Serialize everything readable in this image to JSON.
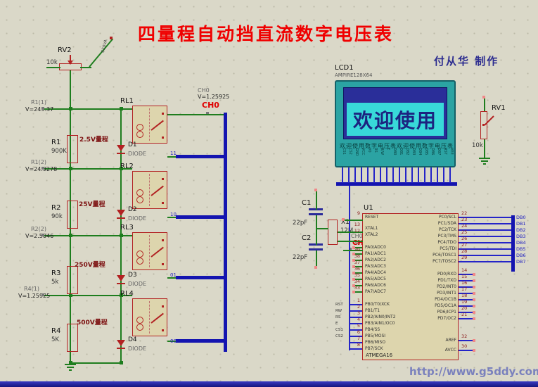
{
  "page": {
    "title": "四量程自动挡直流数字电压表",
    "author": "付从华 制作",
    "watermark": "http://www.g5ddy.com"
  },
  "input_label": "620VA",
  "probes": {
    "left": [
      {
        "ref": "R1(1)",
        "value": "V=249.37"
      },
      {
        "ref": "R1(2)",
        "value": "V=24.9278"
      },
      {
        "ref": "R2(2)",
        "value": "V=2.5046"
      },
      {
        "ref": "R4(1)",
        "value": "V=1.25925"
      }
    ],
    "ch0_top": {
      "ref": "CH0",
      "value": "V=1.25925",
      "net": "CH0"
    },
    "ch0_mid": {
      "ref": "CH0",
      "net": "CH0"
    }
  },
  "divider": {
    "resistors": [
      {
        "ref": "R1",
        "value": "900K",
        "range": "2.5V量程"
      },
      {
        "ref": "R2",
        "value": "90k",
        "range": "25V量程"
      },
      {
        "ref": "R3",
        "value": "5k",
        "range": "250V量程"
      },
      {
        "ref": "R4",
        "value": "5K",
        "range": "500V量程"
      }
    ]
  },
  "relays": [
    {
      "ref": "RL1",
      "code": "11"
    },
    {
      "ref": "RL2",
      "code": "10"
    },
    {
      "ref": "RL3",
      "code": "01"
    },
    {
      "ref": "RL4",
      "code": "00"
    }
  ],
  "diodes": [
    {
      "ref": "D1",
      "value": "DIODE"
    },
    {
      "ref": "D2",
      "value": "DIODE"
    },
    {
      "ref": "D3",
      "value": "DIODE"
    },
    {
      "ref": "D4",
      "value": "DIODE"
    }
  ],
  "pots": {
    "rv2": {
      "ref": "RV2",
      "value": "10k"
    },
    "rv1": {
      "ref": "RV1",
      "value": "10k"
    }
  },
  "oscillator": {
    "c1": {
      "ref": "C1",
      "value": "22pF"
    },
    "c2": {
      "ref": "C2",
      "value": "22pF"
    },
    "x1": {
      "ref": "X1",
      "value": "12M"
    }
  },
  "lcd": {
    "ref": "LCD1",
    "model": "AMPIRE128X64",
    "display_text": "欢迎使用",
    "status_text": "欢迎使用数字电压表欢迎使用数字电压表",
    "pins": [
      "CS1",
      "CS2",
      "GND",
      "VCC",
      "V0",
      "RS",
      "R/W",
      "E",
      "DB0",
      "DB1",
      "DB2",
      "DB3",
      "DB4",
      "DB5",
      "DB6",
      "DB7",
      "RST",
      "VEE"
    ]
  },
  "mcu": {
    "ref": "U1",
    "model": "ATMEGA16",
    "left_pins": [
      {
        "num": "9",
        "name": "RESET"
      },
      {
        "num": "13",
        "name": "XTAL1"
      },
      {
        "num": "12",
        "name": "XTAL2"
      },
      {
        "num": "40",
        "name": "PA0/ADC0"
      },
      {
        "num": "39",
        "name": "PA1/ADC1"
      },
      {
        "num": "38",
        "name": "PA2/ADC2"
      },
      {
        "num": "37",
        "name": "PA3/ADC3"
      },
      {
        "num": "36",
        "name": "PA4/ADC4"
      },
      {
        "num": "35",
        "name": "PA5/ADC5"
      },
      {
        "num": "34",
        "name": "PA6/ADC6"
      },
      {
        "num": "33",
        "name": "PA7/ADC7"
      },
      {
        "num": "1",
        "name": "PB0/T0/XCK"
      },
      {
        "num": "2",
        "name": "PB1/T1"
      },
      {
        "num": "3",
        "name": "PB2/AIN0/INT2"
      },
      {
        "num": "4",
        "name": "PB3/AIN1/OC0"
      },
      {
        "num": "5",
        "name": "PB4/SS"
      },
      {
        "num": "6",
        "name": "PB5/MOSI"
      },
      {
        "num": "7",
        "name": "PB6/MISO"
      },
      {
        "num": "8",
        "name": "PB7/SCK"
      }
    ],
    "right_pins": [
      {
        "num": "22",
        "name": "PC0/SCL"
      },
      {
        "num": "23",
        "name": "PC1/SDA"
      },
      {
        "num": "24",
        "name": "PC2/TCK"
      },
      {
        "num": "25",
        "name": "PC3/TMS"
      },
      {
        "num": "26",
        "name": "PC4/TDO"
      },
      {
        "num": "27",
        "name": "PC5/TDI"
      },
      {
        "num": "28",
        "name": "PC6/TOSC1"
      },
      {
        "num": "29",
        "name": "PC7/TOSC2"
      },
      {
        "num": "14",
        "name": "PD0/RXD"
      },
      {
        "num": "15",
        "name": "PD1/TXD"
      },
      {
        "num": "16",
        "name": "PD2/INT0"
      },
      {
        "num": "17",
        "name": "PD3/INT1"
      },
      {
        "num": "18",
        "name": "PD4/OC1B"
      },
      {
        "num": "19",
        "name": "PD5/OC1A"
      },
      {
        "num": "20",
        "name": "PD6/ICP1"
      },
      {
        "num": "21",
        "name": "PD7/OC2"
      },
      {
        "num": "32",
        "name": "AREF"
      },
      {
        "num": "30",
        "name": "AVCC"
      }
    ],
    "net_labels_right": [
      "DB0",
      "DB1",
      "DB2",
      "DB3",
      "DB4",
      "DB5",
      "DB6",
      "DB7"
    ],
    "net_labels_left": [
      "RST",
      "RW",
      "RS",
      "E",
      "CS1",
      "CS2"
    ]
  }
}
